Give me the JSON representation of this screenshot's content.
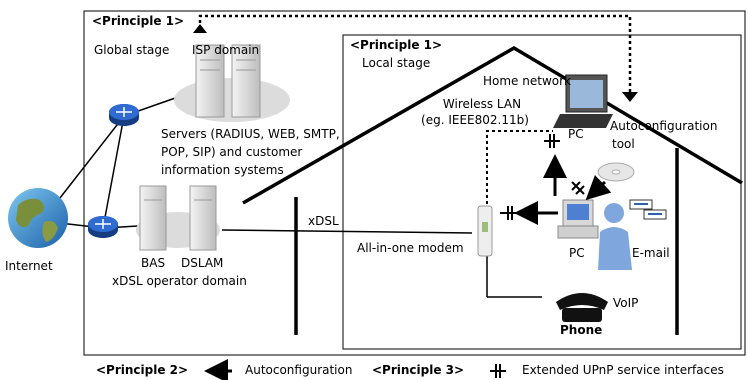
{
  "principle1_global": "<Principle 1>",
  "global_stage": "Global stage",
  "isp_domain": "ISP domain",
  "principle1_local": "<Principle 1>",
  "local_stage": "Local stage",
  "home_network": "Home network",
  "wireless_lan_line1": "Wireless LAN",
  "wireless_lan_line2": "(eg. IEEE802.11b)",
  "servers_line1": "Servers (RADIUS, WEB, SMTP,",
  "servers_line2": "POP, SIP) and customer",
  "servers_line3": "information systems",
  "autoconfig_tool_line1": "Autoconfiguration",
  "autoconfig_tool_line2": "tool",
  "pc_laptop": "PC",
  "pc_desktop": "PC",
  "xdsl": "xDSL",
  "internet": "Internet",
  "bas": "BAS",
  "dslam": "DSLAM",
  "xdsl_operator_domain": "xDSL operator domain",
  "all_in_one_modem": "All-in-one modem",
  "email": "E-mail",
  "voip": "VoIP",
  "phone": "Phone",
  "legend": {
    "p2": "<Principle 2>",
    "p2_desc": "Autoconfiguration",
    "p3": "<Principle 3>",
    "p3_desc": "Extended UPnP service interfaces"
  }
}
